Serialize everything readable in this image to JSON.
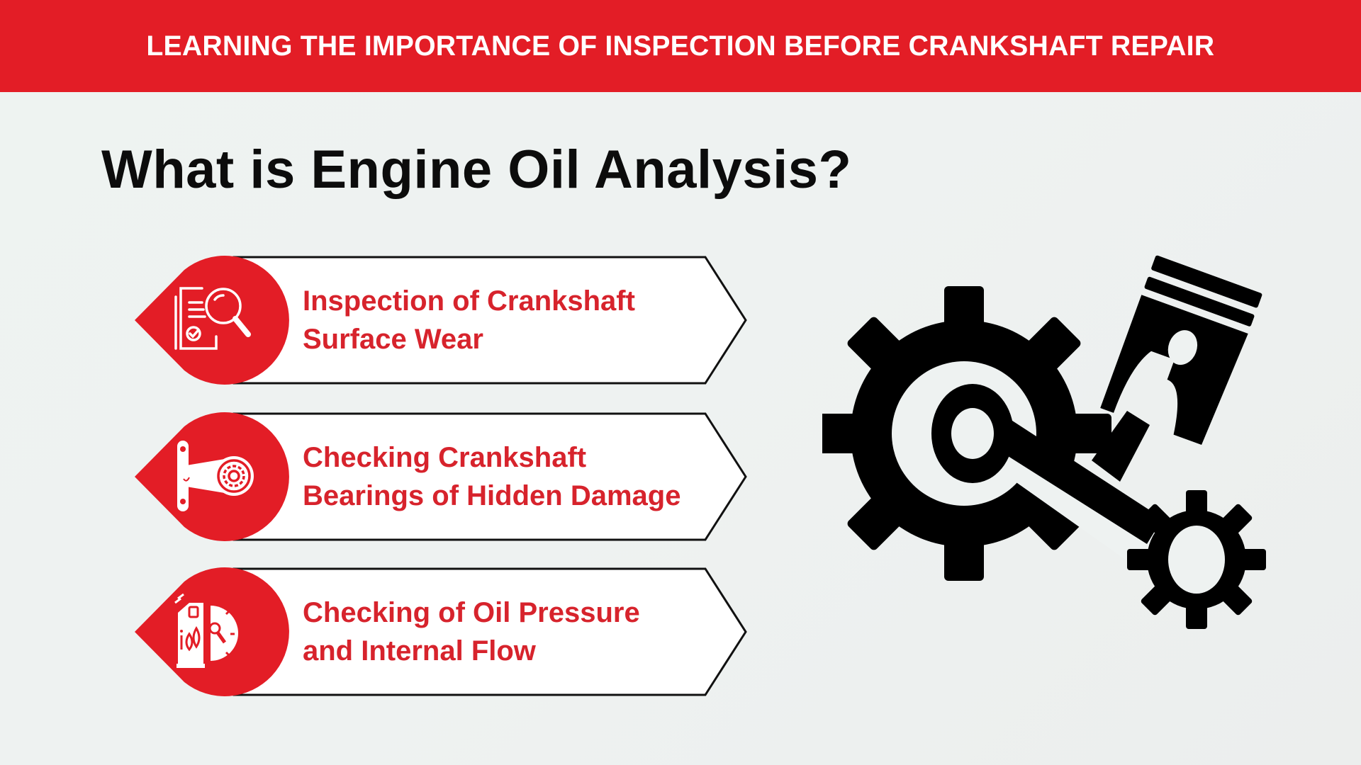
{
  "banner": {
    "title": "LEARNING THE IMPORTANCE OF INSPECTION BEFORE CRANKSHAFT REPAIR",
    "background_color": "#e31d26",
    "text_color": "#ffffff"
  },
  "page": {
    "title": "What is Engine Oil Analysis?",
    "title_color": "#0c0c0c",
    "background_color": "#eef2f1"
  },
  "cards": [
    {
      "icon": "document-magnifier-icon",
      "line1": "Inspection of Crankshaft",
      "line2": "Surface Wear"
    },
    {
      "icon": "crankshaft-bearing-icon",
      "line1": "Checking Crankshaft",
      "line2": "Bearings of Hidden Damage"
    },
    {
      "icon": "oil-can-pressure-gauge-icon",
      "line1": "Checking of Oil Pressure",
      "line2": "and Internal Flow"
    }
  ],
  "card_style": {
    "badge_color": "#e31d26",
    "text_color": "#d7232c",
    "border_color": "#111111"
  },
  "hero_illustration": {
    "icon": "gears-piston-connecting-rod-icon"
  }
}
